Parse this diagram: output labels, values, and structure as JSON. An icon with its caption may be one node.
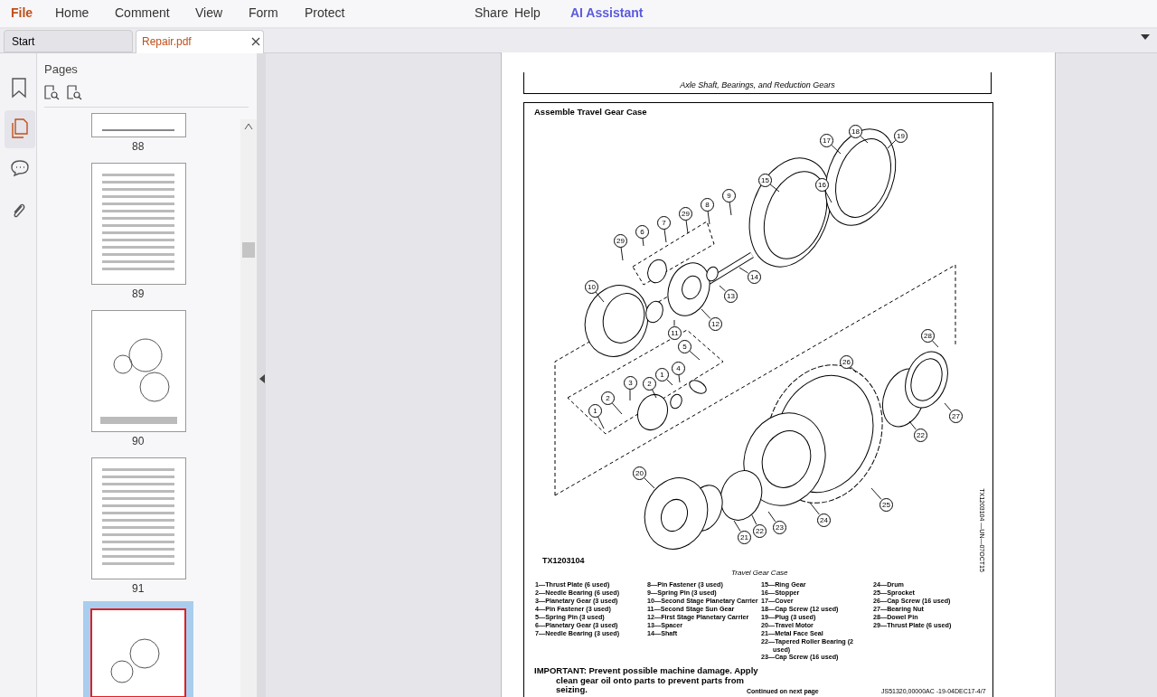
{
  "diagram": {
    "title": "Assemble Travel Gear Case",
    "caption": "Travel Gear Case",
    "nodes": [
      {
        "text": [
          "18"
        ]
      },
      {
        "text": [
          "17"
        ]
      },
      {
        "text": [
          "19"
        ]
      },
      {
        "text": [
          "15"
        ]
      },
      {
        "text": [
          "16"
        ]
      },
      {
        "text": [
          "9"
        ]
      },
      {
        "text": [
          "29"
        ]
      },
      {
        "text": [
          "8"
        ]
      },
      {
        "text": [
          "7"
        ]
      },
      {
        "text": [
          "6"
        ]
      },
      {
        "text": [
          "29"
        ]
      },
      {
        "text": [
          "10"
        ]
      },
      {
        "text": [
          "14"
        ]
      },
      {
        "text": [
          "13"
        ]
      },
      {
        "text": [
          "12"
        ]
      },
      {
        "text": [
          "11"
        ]
      },
      {
        "text": [
          "5"
        ]
      },
      {
        "text": [
          "4"
        ]
      },
      {
        "text": [
          "1"
        ]
      },
      {
        "text": [
          "2"
        ]
      },
      {
        "text": [
          "3"
        ]
      },
      {
        "text": [
          "2"
        ]
      },
      {
        "text": [
          "1"
        ]
      },
      {
        "text": [
          "28"
        ]
      },
      {
        "text": [
          "26"
        ]
      },
      {
        "text": [
          "27"
        ]
      },
      {
        "text": [
          "22"
        ]
      },
      {
        "text": [
          "20"
        ]
      },
      {
        "text": [
          "24"
        ]
      },
      {
        "text": [
          "25"
        ]
      },
      {
        "text": [
          "22"
        ]
      },
      {
        "text": [
          "23"
        ]
      },
      {
        "text": [
          "21"
        ]
      }
    ],
    "edges": [
      {
        "from": 0,
        "to": null,
        "arrow": "none"
      },
      {
        "from": 1,
        "to": null,
        "arrow": "none"
      },
      {
        "from": 2,
        "to": null,
        "arrow": "none"
      },
      {
        "from": 3,
        "to": null,
        "arrow": "none"
      },
      {
        "from": 4,
        "to": null,
        "arrow": "none"
      },
      {
        "from": 5,
        "to": null,
        "arrow": "none"
      },
      {
        "from": 6,
        "to": null,
        "arrow": "none"
      },
      {
        "from": 7,
        "to": null,
        "arrow": "none"
      },
      {
        "from": 8,
        "to": null,
        "arrow": "none"
      },
      {
        "from": 9,
        "to": null,
        "arrow": "none"
      },
      {
        "from": 10,
        "to": null,
        "arrow": "none"
      },
      {
        "from": 11,
        "to": null,
        "arrow": "none"
      },
      {
        "from": 12,
        "to": null,
        "arrow": "none"
      },
      {
        "from": 13,
        "to": null,
        "arrow": "none"
      },
      {
        "from": 14,
        "to": null,
        "arrow": "none"
      },
      {
        "from": 15,
        "to": null,
        "arrow": "none"
      },
      {
        "from": 16,
        "to": null,
        "arrow": "none"
      },
      {
        "from": 17,
        "to": null,
        "arrow": "none"
      },
      {
        "from": 18,
        "to": null,
        "arrow": "none"
      },
      {
        "from": 19,
        "to": null,
        "arrow": "none"
      },
      {
        "from": 20,
        "to": null,
        "arrow": "none"
      },
      {
        "from": 21,
        "to": null,
        "arrow": "none"
      },
      {
        "from": 22,
        "to": null,
        "arrow": "none"
      },
      {
        "from": 23,
        "to": null,
        "arrow": "none"
      },
      {
        "from": 24,
        "to": null,
        "arrow": "none"
      },
      {
        "from": 25,
        "to": null,
        "arrow": "none"
      },
      {
        "from": 26,
        "to": null,
        "arrow": "none"
      },
      {
        "from": 27,
        "to": null,
        "arrow": "none"
      },
      {
        "from": 28,
        "to": null,
        "arrow": "none"
      },
      {
        "from": 29,
        "to": null,
        "arrow": "none"
      },
      {
        "from": 30,
        "to": null,
        "arrow": "none"
      },
      {
        "from": 31,
        "to": null,
        "arrow": "none"
      },
      {
        "from": 32,
        "to": null,
        "arrow": "none"
      }
    ],
    "labels": [
      "File",
      "Home",
      "Comment",
      "View",
      "Form",
      "Protect",
      "Share",
      "Help",
      "AI Assistant",
      "Start",
      "Repair.pdf",
      "Pages",
      "88",
      "89",
      "90",
      "91",
      "Axle Shaft, Bearings, and Reduction Gears",
      "TX1203104",
      "TX1203104 —UN—07OCT15",
      "1—Thrust Plate (6 used)",
      "2—Needle Bearing (6 used)",
      "3—Planetary Gear (3 used)",
      "4—Pin Fastener (3 used)",
      "5—Spring Pin (3 used)",
      "6—Planetary Gear (3 used)",
      "7—Needle Bearing (3 used)",
      "8—Pin Fastener (3 used)",
      "9—Spring Pin (3 used)",
      "10—Second Stage Planetary Carrier",
      "11—Second Stage Sun Gear",
      "12—First Stage Planetary Carrier",
      "13—Spacer",
      "14—Shaft",
      "15—Ring Gear",
      "16—Stopper",
      "17—Cover",
      "18—Cap Screw (12 used)",
      "19—Plug (3 used)",
      "20—Travel Motor",
      "21—Metal Face Seal",
      "22—Tapered Roller Bearing (2 used)",
      "23—Cap Screw (16 used)",
      "24—Drum",
      "25—Sprocket",
      "26—Cap Screw (16 used)",
      "27—Bearing Nut",
      "28—Dowel Pin",
      "29—Thrust Plate (6 used)",
      "IMPORTANT: Prevent possible machine damage. Apply clean gear oil onto parts to prevent parts from seizing.",
      "Continued on next page",
      "JS51320,00000AC -19-04DEC17-4/7"
    ]
  }
}
